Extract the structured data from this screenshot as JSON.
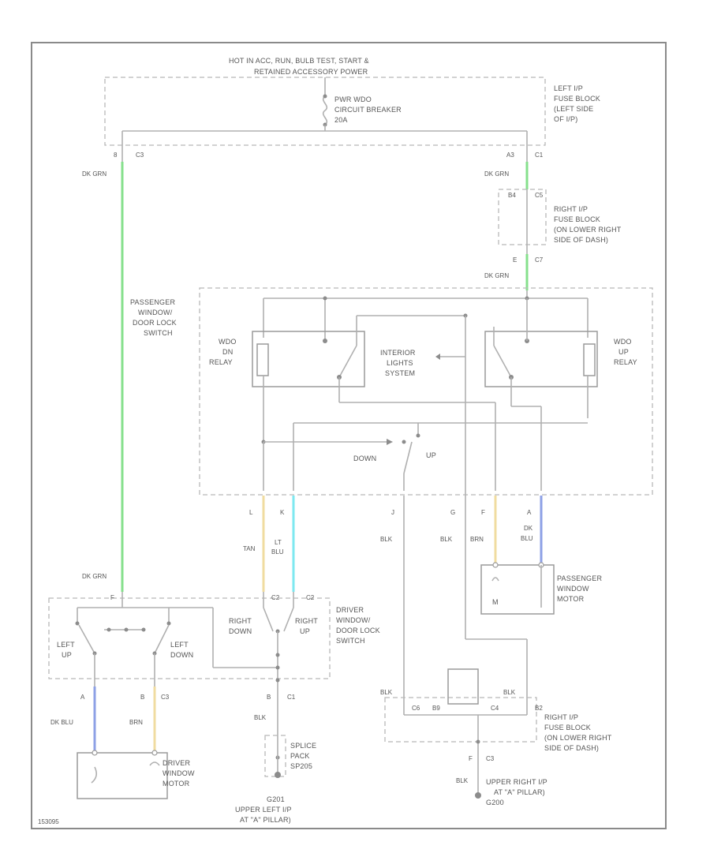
{
  "colors": {
    "dk_grn": "#86e08c",
    "tan": "#f0dca0",
    "lt_blu": "#7ee8f0",
    "dk_blu": "#8da0e6",
    "brn": "#f0dca0",
    "wire_gray": "#b0b0b0"
  },
  "top_power": {
    "header": "HOT IN ACC, RUN, BULB TEST, START &",
    "header2": "RETAINED ACCESSORY POWER",
    "breaker_l1": "PWR WDO",
    "breaker_l2": "CIRCUIT BREAKER",
    "breaker_l3": "20A",
    "fuse_block_l1": "LEFT I/P",
    "fuse_block_l2": "FUSE BLOCK",
    "fuse_block_l3": "(LEFT SIDE",
    "fuse_block_l4": "OF I/P)"
  },
  "connectors": {
    "top_left_pin": "8",
    "top_left_conn": "C3",
    "top_right_pin": "A3",
    "top_right_conn": "C1",
    "rip_pin1": "B4",
    "rip_conn1": "C5",
    "rip_pin2": "E",
    "rip_conn2": "C7",
    "psw_pins": [
      "L",
      "K",
      "J",
      "G",
      "F",
      "A"
    ],
    "dsw_top_pin": "F",
    "dsw_c2_pin": "C2",
    "dsw_c2b_pin": "C2",
    "dsw_bottom_a": "A",
    "dsw_bottom_b": "B",
    "dsw_bottom_c3": "C3",
    "dsw_bottom_b2": "B",
    "dsw_bottom_c1": "C1",
    "ground_pin": "F",
    "ground_conn": "C3"
  },
  "right_ip_fuse": {
    "l1": "RIGHT I/P",
    "l2": "FUSE BLOCK",
    "l3": "(ON LOWER RIGHT",
    "l4": "SIDE OF DASH)"
  },
  "wires": {
    "dk_grn": "DK GRN",
    "tan": "TAN",
    "lt_blu_1": "LT",
    "lt_blu_2": "BLU",
    "blk": "BLK",
    "brn": "BRN",
    "dk_blu_1": "DK",
    "dk_blu_2": "BLU",
    "dk_blu": "DK BLU"
  },
  "passenger_switch": {
    "l1": "PASSENGER",
    "l2": "WINDOW/",
    "l3": "DOOR LOCK",
    "l4": "SWITCH",
    "dn_relay_1": "WDO",
    "dn_relay_2": "DN",
    "dn_relay_3": "RELAY",
    "up_relay_1": "WDO",
    "up_relay_2": "UP",
    "up_relay_3": "RELAY",
    "interior_1": "INTERIOR",
    "interior_2": "LIGHTS",
    "interior_3": "SYSTEM",
    "down": "DOWN",
    "up": "UP"
  },
  "passenger_motor": {
    "l1": "PASSENGER",
    "l2": "WINDOW",
    "l3": "MOTOR",
    "symbol": "M"
  },
  "driver_switch": {
    "l1": "DRIVER",
    "l2": "WINDOW/",
    "l3": "DOOR LOCK",
    "l4": "SWITCH",
    "right_down_1": "RIGHT",
    "right_down_2": "DOWN",
    "right_up_1": "RIGHT",
    "right_up_2": "UP",
    "left_up_1": "LEFT",
    "left_up_2": "UP",
    "left_down_1": "LEFT",
    "left_down_2": "DOWN"
  },
  "driver_motor": {
    "l1": "DRIVER",
    "l2": "WINDOW",
    "l3": "MOTOR"
  },
  "splice": {
    "l1": "SPLICE",
    "l2": "PACK",
    "l3": "SP205"
  },
  "grounds": {
    "left_1": "G201",
    "left_2": "UPPER LEFT I/P",
    "left_3": "AT \"A\" PILLAR)",
    "right_1": "UPPER RIGHT I/P",
    "right_2": "AT \"A\" PILLAR)",
    "right_3": "G200"
  },
  "right_fuse_pins": {
    "p1": "C6",
    "p2": "B9",
    "p3": "C4",
    "p4": "B2",
    "blk_left": "BLK",
    "blk_right": "BLK"
  },
  "footer_code": "153095"
}
